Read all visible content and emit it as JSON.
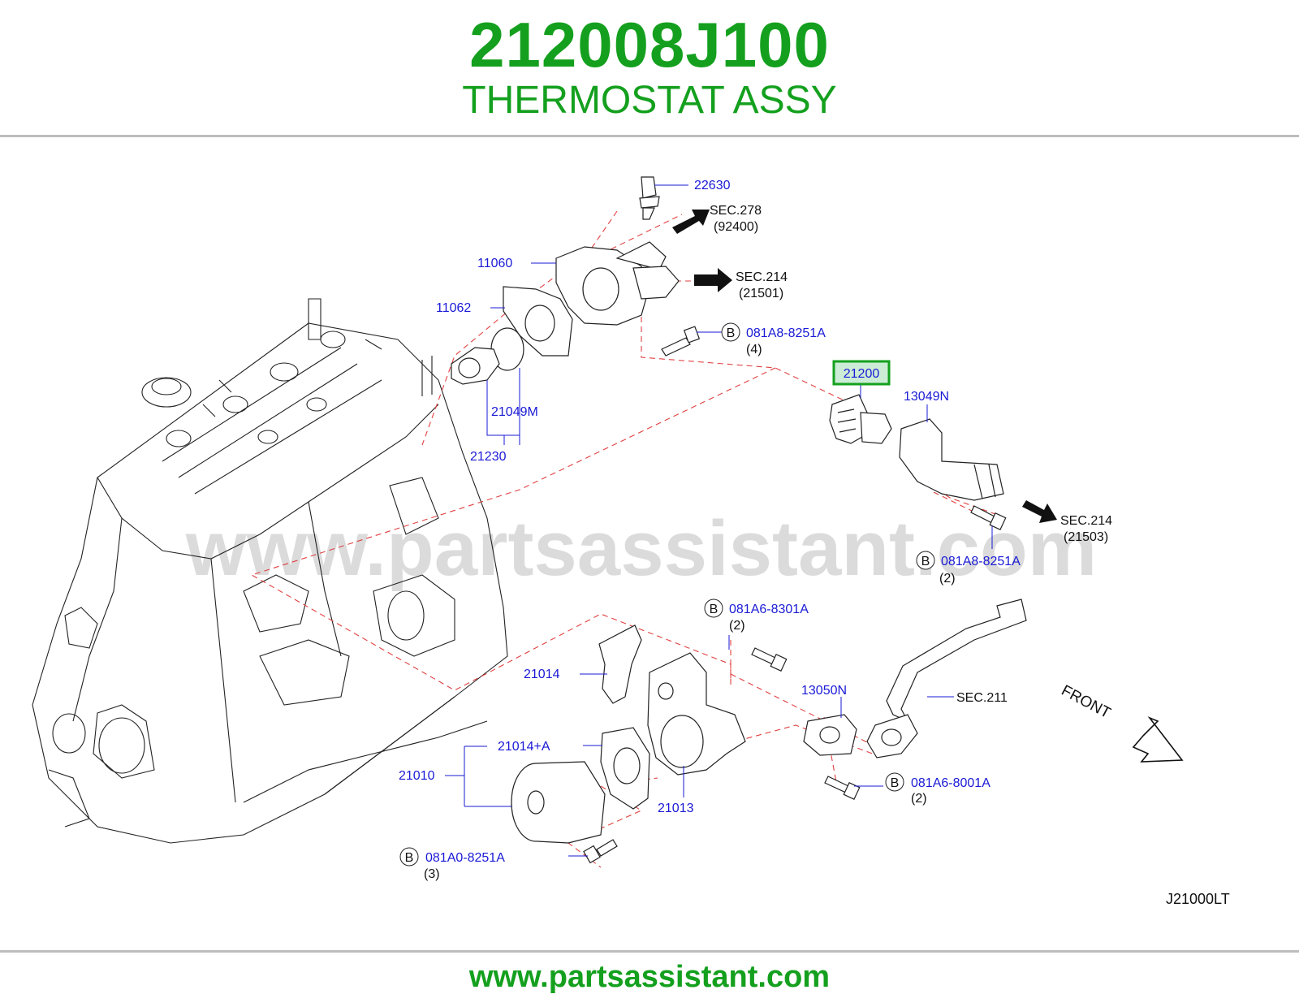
{
  "header": {
    "part_number": "212008J100",
    "part_name": "THERMOSTAT ASSY"
  },
  "watermark": "www.partsassistant.com",
  "footer": {
    "url": "www.partsassistant.com"
  },
  "diagram": {
    "code": "J21000LT",
    "front_label": "FRONT",
    "highlight_color": "#14a01e",
    "callouts": {
      "c22630": "22630",
      "c11060": "11060",
      "c11062": "11062",
      "c21049m": "21049M",
      "c21230": "21230",
      "c21200": "21200",
      "c13049n": "13049N",
      "c21014": "21014",
      "c13050n": "13050N",
      "c21014a": "21014+A",
      "c21010": "21010",
      "c21013": "21013",
      "sec211": "SEC.211"
    },
    "sections": {
      "s278": {
        "label": "SEC.278",
        "ref": "(92400)"
      },
      "s214a": {
        "label": "SEC.214",
        "ref": "(21501)"
      },
      "s214b": {
        "label": "SEC.214",
        "ref": "(21503)"
      }
    },
    "bolts": {
      "b1": {
        "mark": "B",
        "code": "081A8-8251A",
        "qty": "(4)"
      },
      "b2": {
        "mark": "B",
        "code": "081A8-8251A",
        "qty": "(2)"
      },
      "b3": {
        "mark": "B",
        "code": "081A6-8301A",
        "qty": "(2)"
      },
      "b4": {
        "mark": "B",
        "code": "081A6-8001A",
        "qty": "(2)"
      },
      "b5": {
        "mark": "B",
        "code": "081A0-8251A",
        "qty": "(3)"
      }
    }
  }
}
